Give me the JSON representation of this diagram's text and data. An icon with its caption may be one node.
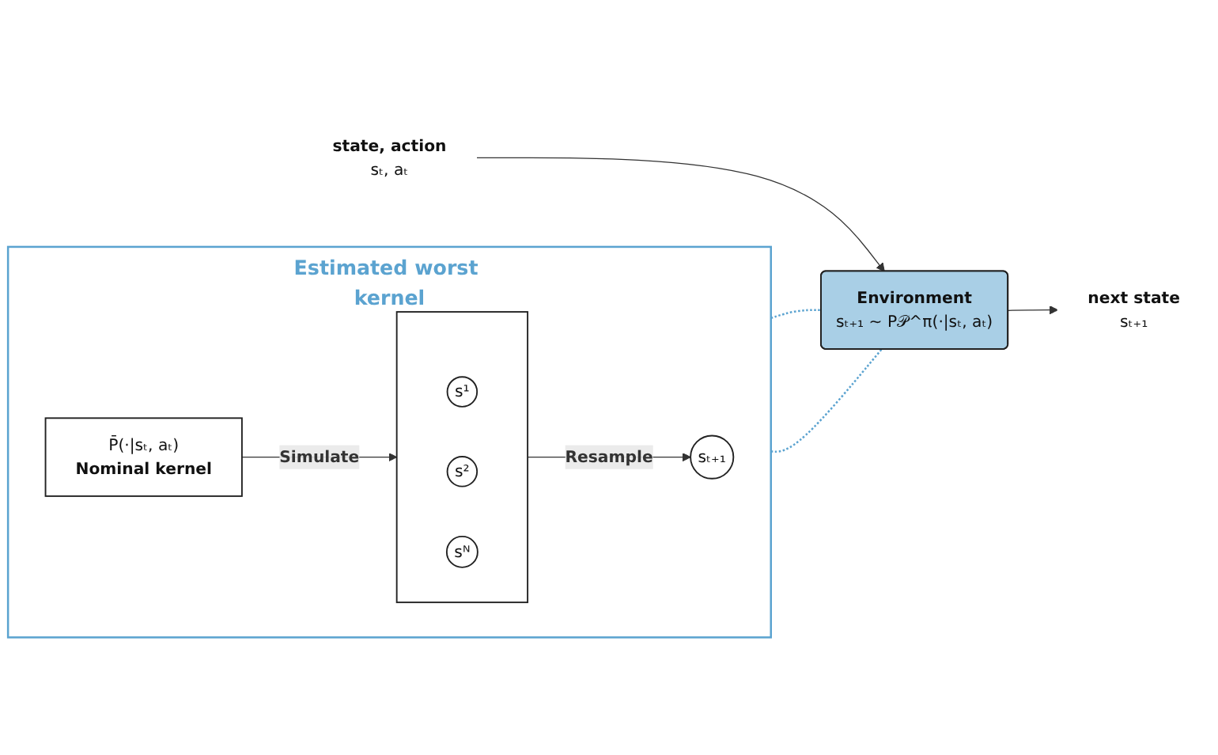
{
  "diagram": {
    "nodes": [
      {
        "text": [
          "Estimated worst kernel"
        ]
      },
      {
        "text": [
          "P̄(·|sₜ, aₜ)",
          "Nominal kernel"
        ],
        "in": 0
      },
      {
        "text": [],
        "shape": "box",
        "in": 0
      },
      {
        "text": [
          "s¹"
        ],
        "in": 2
      },
      {
        "text": [
          "s²"
        ],
        "in": 2
      },
      {
        "text": [
          "sᴺ"
        ],
        "in": 2
      },
      {
        "text": [
          "sₜ₊₁"
        ],
        "in": 0
      },
      {
        "text": [
          "state, action",
          "sₜ, aₜ"
        ]
      },
      {
        "text": [
          "Environment",
          "sₜ₊₁ ∼ P𝒫^π(·|sₜ, aₜ)"
        ]
      },
      {
        "text": [
          "next state",
          "sₜ₊₁"
        ]
      }
    ],
    "edges": [
      {
        "from": 1,
        "to": 2,
        "arrow": "to",
        "label": "Simulate"
      },
      {
        "from": 2,
        "to": 6,
        "arrow": "to",
        "label": "Resample"
      },
      {
        "from": 7,
        "to": 8,
        "arrow": "to"
      },
      {
        "from": 8,
        "to": 9,
        "arrow": "to"
      },
      {
        "from": 0,
        "to": 8,
        "arrow": "none",
        "style": "dashed",
        "color": "#5ba3d0"
      },
      {
        "from": 0,
        "to": 8,
        "arrow": "none",
        "style": "dashed",
        "color": "#5ba3d0"
      }
    ]
  }
}
